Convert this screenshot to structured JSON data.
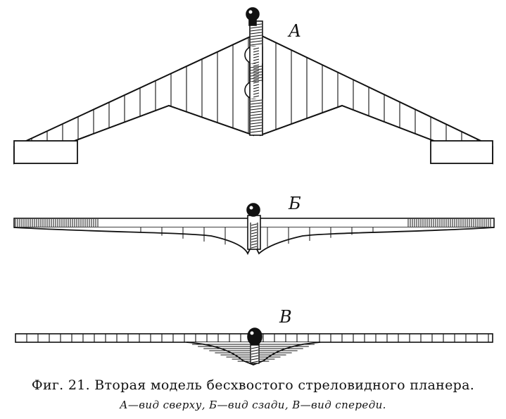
{
  "views": {
    "top": {
      "label": "А"
    },
    "rear": {
      "label": "Б"
    },
    "front": {
      "label": "В"
    }
  },
  "caption": {
    "title": "Фиг. 21. Вторая модель бесхвостого стреловидного планера.",
    "legend": "А—вид сверху, Б—вид сзади, В—вид спереди."
  },
  "colors": {
    "ink": "#111111",
    "paper": "#ffffff"
  }
}
